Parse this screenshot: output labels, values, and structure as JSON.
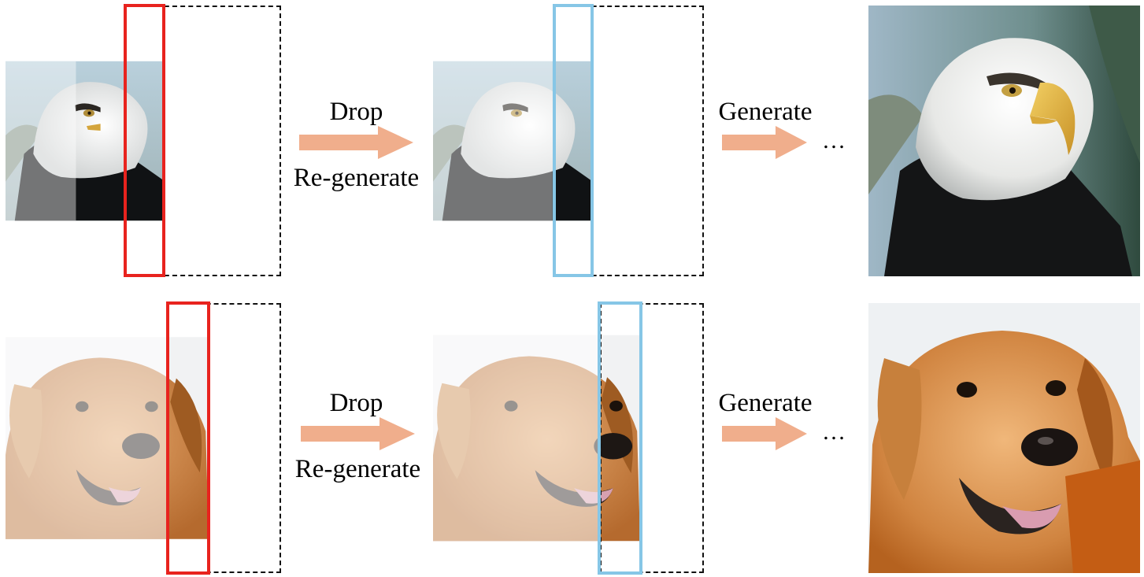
{
  "colors": {
    "drop_frame": "#e8231e",
    "regen_frame": "#86c6e6",
    "arrow": "#f0ae8c",
    "dashed": "#111111"
  },
  "rows": [
    {
      "subject": "eagle",
      "op1_top": "Drop",
      "op1_bottom": "Re-generate",
      "op2_top": "Generate",
      "ellipsis": "…"
    },
    {
      "subject": "dog",
      "op1_top": "Drop",
      "op1_bottom": "Re-generate",
      "op2_top": "Generate",
      "ellipsis": "…"
    }
  ]
}
